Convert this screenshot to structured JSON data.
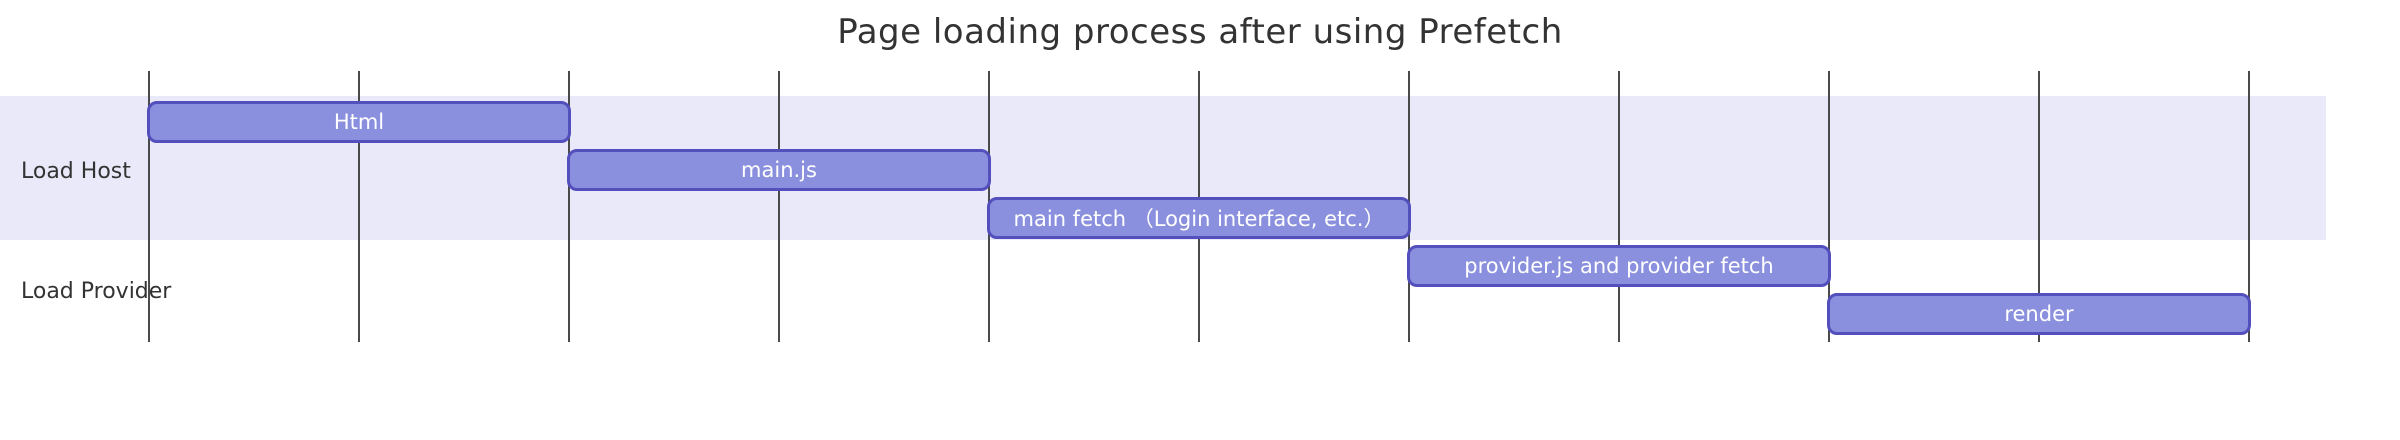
{
  "title": "Page loading process after using Prefetch",
  "colors": {
    "title_text": "#333333",
    "section_label_text": "#333333",
    "task_fill": "#8a90dd",
    "task_border": "#534fbc",
    "task_label_text": "#ffffff",
    "section_band_colors": [
      "#e9e9f9",
      "#ffffff"
    ],
    "grid_line": "#4a4a4a",
    "background": "#ffffff"
  },
  "chart_data": {
    "type": "gantt",
    "title": "Page loading process after using Prefetch",
    "sections": [
      {
        "label": "Load Host",
        "tasks": [
          {
            "label": "Html",
            "start": 0,
            "end": 2
          },
          {
            "label": "main.js",
            "start": 2,
            "end": 4
          },
          {
            "label": "main fetch （Login interface, etc.）",
            "start": 4,
            "end": 6
          }
        ]
      },
      {
        "label": "Load Provider",
        "tasks": [
          {
            "label": "provider.js and provider fetch",
            "start": 6,
            "end": 8
          },
          {
            "label": "render",
            "start": 8,
            "end": 10
          }
        ]
      }
    ],
    "x_axis": {
      "min": 0,
      "max": 10,
      "gridline_every": 1,
      "gridline_count": 11,
      "tick_labels_visible": false
    },
    "y_axis": {
      "row_order": [
        "Html",
        "main.js",
        "main fetch （Login interface, etc.）",
        "provider.js and provider fetch",
        "render"
      ]
    },
    "legend": "none",
    "grid": "vertical-lines-only",
    "notes": "waterfall gantt: each task lasts 2 units and starts when previous ends"
  }
}
